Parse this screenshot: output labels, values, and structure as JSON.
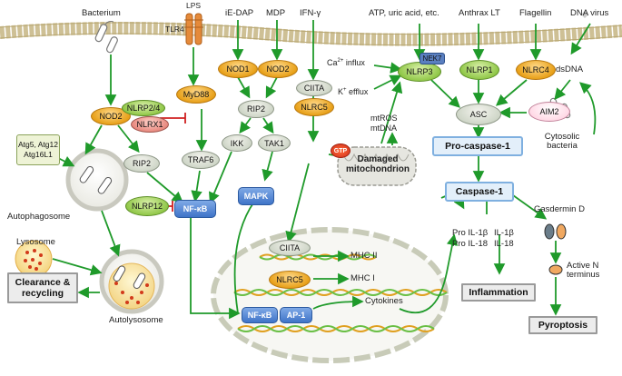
{
  "stimuli": {
    "bacterium": "Bacterium",
    "lps": "LPS",
    "tlr4": "TLR4",
    "ie_dap": "iE-DAP",
    "mdp": "MDP",
    "ifn_y": "IFN-γ",
    "atp": "ATP, uric acid, etc.",
    "anthrax": "Anthrax LT",
    "flagellin": "Flagellin",
    "dna_virus": "DNA virus"
  },
  "nodes": {
    "nod2": "NOD2",
    "atg": "Atg5, Atg12 Atg16L1",
    "rip2_left": "RIP2",
    "nlrp24": "NLRP2/4",
    "nlrx1": "NLRX1",
    "myd88": "MyD88",
    "traf6": "TRAF6",
    "nod1": "NOD1",
    "nod2_top": "NOD2",
    "rip2": "RIP2",
    "ikk": "IKK",
    "tak1": "TAK1",
    "ciita": "CIITA",
    "nlrc5": "NLRC5",
    "nlrp12": "NLRP12",
    "nfkb": "NF-κB",
    "mapk": "MAPK",
    "gtp": "GTP",
    "nlrp3": "NLRP3",
    "nek7": "NEK7",
    "nlrp1": "NLRP1",
    "nlrc4": "NLRC4",
    "asc": "ASC",
    "aim2": "AIM2",
    "procasp": "Pro-caspase-1",
    "casp": "Caspase-1",
    "gsdmd": "Gasdermin D",
    "active_n": "Active N terminus"
  },
  "labels": {
    "ca_influx_pre": "Ca",
    "ca_sup": "2+",
    "ca_influx_post": " influx",
    "k_efflux_pre": "K",
    "k_sup": "+",
    "k_efflux_post": " efflux",
    "mtros": "mtROS",
    "mtdna": "mtDNA",
    "damaged": "Damaged mitochondrion",
    "dsdna": "dsDNA",
    "cytosolic": "Cytosolic bacteria",
    "autophagosome": "Autophagosome",
    "lysosome": "Lysosome",
    "autolysosome": "Autolysosome",
    "clearance": "Clearance & recycling",
    "pro_il1b": "Pro IL-1β",
    "pro_il18": "Pro IL-18",
    "il1b": "IL-1β",
    "il18": "IL-18",
    "inflammation": "Inflammation",
    "pyroptosis": "Pyroptosis"
  },
  "nucleus": {
    "ciita": "CIITA",
    "mhc2": "MHC II",
    "nlrc5": "NLRC5",
    "mhc1": "MHC I",
    "nfkb": "NF-κB",
    "ap1": "AP-1",
    "cytokines": "Cytokines"
  },
  "colors": {
    "arrow": "#1f9a2a",
    "inhibit": "#d02020",
    "membrane_head": "#c9b98a",
    "nucleus_border": "#c8cbb8"
  }
}
